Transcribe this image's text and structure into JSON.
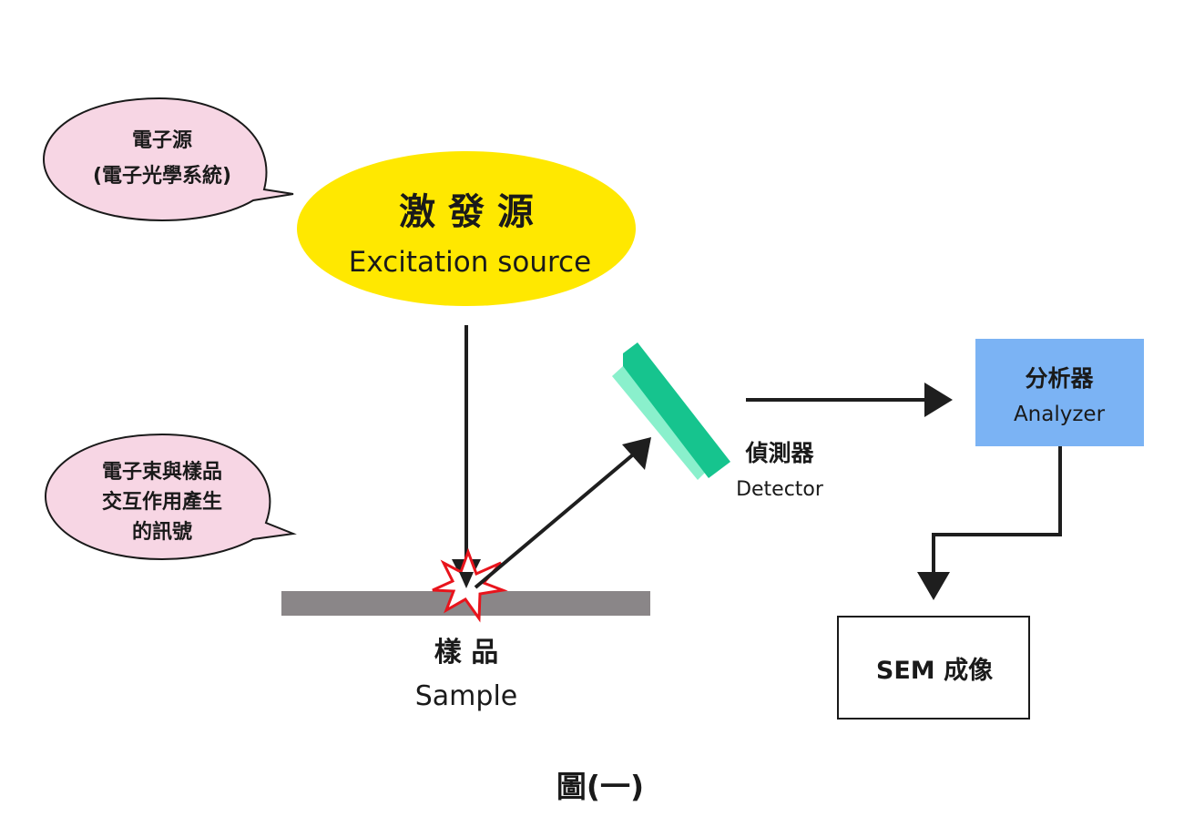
{
  "colors": {
    "source_ellipse": "#ffe800",
    "bubble_fill": "#f7d6e4",
    "detector_main": "#16c48e",
    "detector_edge": "#8af0cc",
    "analyzer_fill": "#7bb3f4",
    "sample_bar": "#8a8688",
    "spark": "#e8141c",
    "arrow": "#1e1e1e"
  },
  "bubble_top": {
    "line1": "電子源",
    "line2": "(電子光學系統)"
  },
  "bubble_bottom": {
    "line1": "電子束與樣品",
    "line2": "交互作用產生",
    "line3": "的訊號"
  },
  "source": {
    "zh": "激 發 源",
    "en": "Excitation source"
  },
  "detector": {
    "zh": "偵測器",
    "en": "Detector"
  },
  "analyzer": {
    "zh": "分析器",
    "en": "Analyzer"
  },
  "sample": {
    "zh": "樣 品",
    "en": "Sample"
  },
  "output_box": {
    "label": "SEM 成像"
  },
  "caption": "圖(一)"
}
